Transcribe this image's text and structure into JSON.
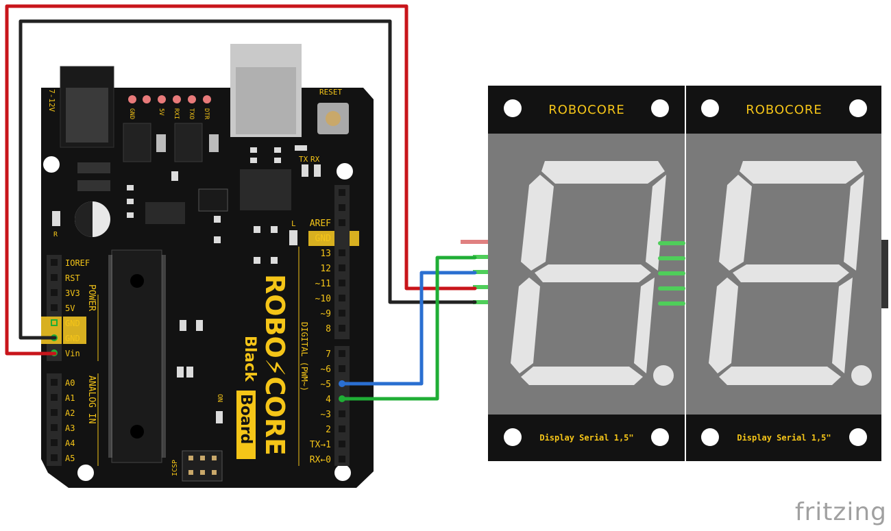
{
  "board": {
    "brand_line1": "ROBO",
    "brand_sep": "⚡",
    "brand_line2": "CORE",
    "model_a": "Black",
    "model_b": "Board",
    "power_jack_label": "7-12V",
    "reset_label": "RESET",
    "top_header_labels": [
      "GND",
      "5V",
      "RXI",
      "TXO",
      "DTR"
    ],
    "power_pins": [
      "IOREF",
      "RST",
      "3V3",
      "5V",
      "GND",
      "GND",
      "Vin"
    ],
    "power_title": "POWER",
    "analog_pins": [
      "A0",
      "A1",
      "A2",
      "A3",
      "A4",
      "A5"
    ],
    "analog_title": "ANALOG IN",
    "digital_top": [
      "AREF",
      "GND",
      "13",
      "12",
      "~11",
      "~10",
      "~9",
      "8"
    ],
    "digital_bottom": [
      "7",
      "~6",
      "~5",
      "4",
      "~3",
      "2",
      "TX→1",
      "RX←0"
    ],
    "digital_title": "DIGITAL (PWM~)",
    "tx_label": "TX",
    "rx_label": "RX",
    "l_label": "L",
    "on_label": "ON",
    "icsp_label": "ICSP",
    "r_label": "R"
  },
  "displays": [
    {
      "logo": "ROBOCORE",
      "caption": "Display Serial 1,5\""
    },
    {
      "logo": "ROBOCORE",
      "caption": "Display Serial 1,5\""
    }
  ],
  "wires": [
    {
      "name": "vin-wire",
      "color": "#c8151b"
    },
    {
      "name": "gnd-wire",
      "color": "#222222"
    },
    {
      "name": "pin5-wire",
      "color": "#2a6fd1"
    },
    {
      "name": "pin4-wire",
      "color": "#1fae35"
    }
  ],
  "colors": {
    "board": "#121212",
    "silk": "#f5c518",
    "display_face": "#7a7a7a",
    "segment": "#e4e4e4"
  },
  "watermark": "fritzing"
}
